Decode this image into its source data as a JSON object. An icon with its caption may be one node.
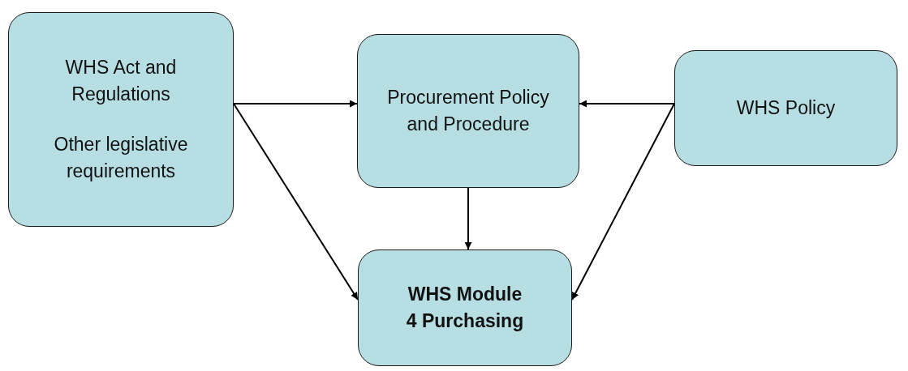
{
  "diagram": {
    "nodes": [
      {
        "text": [
          "WHS Act and Regulations",
          "Other legislative requirements"
        ]
      },
      {
        "text": [
          "Procurement Policy and Procedure"
        ]
      },
      {
        "text": [
          "WHS Policy"
        ]
      },
      {
        "text": [
          "WHS Module 4 Purchasing"
        ]
      }
    ],
    "edges": [
      {
        "from": 0,
        "to": 1,
        "arrow": "to"
      },
      {
        "from": 0,
        "to": 3,
        "arrow": "to"
      },
      {
        "from": 2,
        "to": 1,
        "arrow": "to"
      },
      {
        "from": 2,
        "to": 3,
        "arrow": "to"
      },
      {
        "from": 1,
        "to": 3,
        "arrow": "to"
      }
    ]
  }
}
